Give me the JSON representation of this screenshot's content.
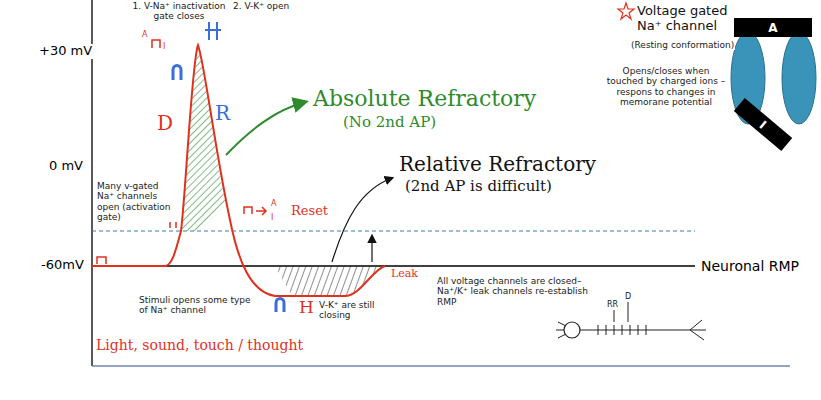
{
  "diagram": {
    "nodes": [
      {
        "text": [
          "A"
        ]
      },
      {
        "text": [
          "I"
        ]
      }
    ],
    "labels": [
      "1. V-Na⁺ inactivation gate closes",
      "2. V-K⁺ open",
      "+30 mV",
      "0 mV",
      "-60mV",
      "Neuronal RMP",
      "D",
      "R",
      "H",
      "Absolute Refractory",
      "(No 2nd AP)",
      "Relative Refractory",
      "(2nd AP is difficult)",
      "Many v-gated Na⁺ channels open (activation gate)",
      "Reset",
      "Stimuli opens some type of Na⁺ channel",
      "Light, sound, touch / thought",
      "V-K⁺ are still closing",
      "Leak",
      "All voltage channels are closed– Na⁺/K⁺ leak channels re-establish RMP",
      "Voltage gated Na⁺ channel",
      "(Resting conformation)",
      "Opens/closes when touched by charged ions – respons to changes in memorane potential",
      "RR",
      "D",
      "A",
      "I",
      "A",
      "I"
    ]
  }
}
